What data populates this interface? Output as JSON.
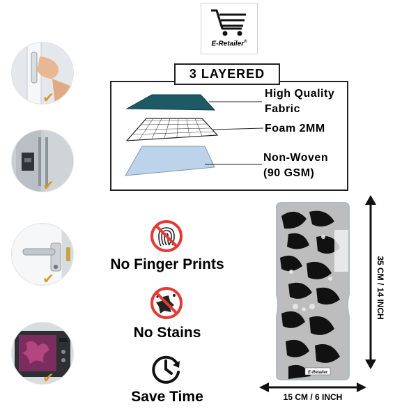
{
  "brand": {
    "name": "E-Retailer",
    "mark": "®"
  },
  "layers": {
    "title": "3 LAYERED",
    "items": [
      {
        "line1": "High Quality",
        "line2": "Fabric"
      },
      {
        "line1": "Foam 2MM",
        "line2": ""
      },
      {
        "line1": "Non-Woven",
        "line2": "(90 GSM)"
      }
    ]
  },
  "features": [
    {
      "label": "No Finger Prints",
      "icon": "no-fingerprint-icon"
    },
    {
      "label": "No Stains",
      "icon": "no-stain-icon"
    },
    {
      "label": "Save Time",
      "icon": "clock-icon"
    }
  ],
  "product": {
    "height_label": "35 CM / 14 INCH",
    "width_label": "15 CM / 6 INCH",
    "tag": "E-Retailer"
  },
  "usage_images": [
    "fridge-handle",
    "fridge-door",
    "door-handle",
    "microwave"
  ],
  "colors": {
    "check": "#d89a2e",
    "prohibit": "#e53935",
    "fabric_top": "#1d5a66",
    "non_woven": "#bcd3ea"
  }
}
